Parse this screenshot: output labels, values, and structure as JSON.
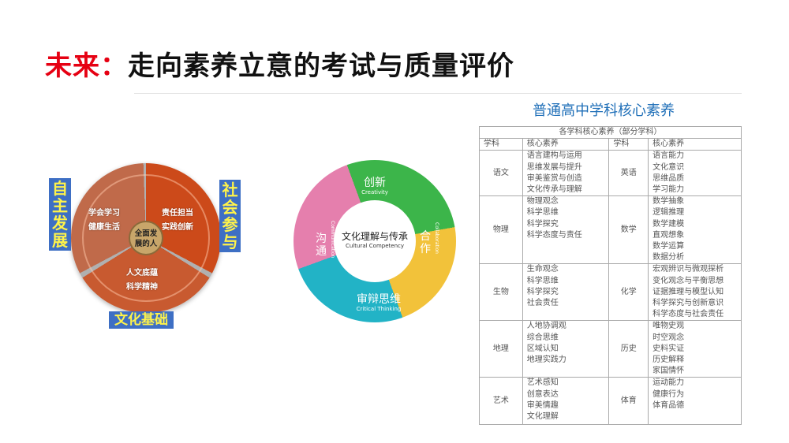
{
  "title": {
    "prefix": "未来：",
    "main": "走向素养立意的考试与质量评价"
  },
  "table_title": "普通高中学科核心素养",
  "table": {
    "caption": "各学科核心素养（部分学科）",
    "headers": [
      "学科",
      "核心素养",
      "学科",
      "核心素养"
    ],
    "rows": [
      {
        "s1": "语文",
        "l1": "语言建构与运用\n思维发展与提升\n审美鉴赏与创造\n文化传承与理解",
        "s2": "英语",
        "l2": "语言能力\n文化意识\n思维品质\n学习能力"
      },
      {
        "s1": "物理",
        "l1": "物理观念\n科学思维\n科学探究\n科学态度与责任",
        "s2": "数学",
        "l2": "数学抽象\n逻辑推理\n数学建模\n直观想象\n数学运算\n数据分析"
      },
      {
        "s1": "生物",
        "l1": "生命观念\n科学思维\n科学探究\n社会责任",
        "s2": "化学",
        "l2": "宏观辨识与微观探析\n变化观念与平衡思想\n证据推理与模型认知\n科学探究与创新意识\n科学态度与社会责任"
      },
      {
        "s1": "地理",
        "l1": "人地协调观\n综合思维\n区域认知\n地理实践力",
        "s2": "历史",
        "l2": "唯物史观\n时空观念\n史料实证\n历史解释\n家国情怀"
      },
      {
        "s1": "艺术",
        "l1": "艺术感知\n创意表达\n审美情趣\n文化理解",
        "s2": "体育",
        "l2": "运动能力\n健康行为\n体育品德"
      }
    ]
  },
  "wheel": {
    "center": "全面发\n展的人",
    "left_segment": "学会学习\n健康生活",
    "right_segment": "责任担当\n实践创新",
    "bottom_segment": "人文底蕴\n科学精神",
    "label_left": "自主发展",
    "label_right": "社会参与",
    "label_bottom": "文化基础"
  },
  "swirl": {
    "center_cn": "文化理解与传承",
    "center_en": "Cultural Competency",
    "top_cn": "创新",
    "top_en": "Creativity",
    "right_cn": "合作",
    "right_en": "Collaboration",
    "bottom_cn": "审辩思维",
    "bottom_en": "Critical Thinking",
    "left_cn": "沟通",
    "left_en": "Communication"
  }
}
